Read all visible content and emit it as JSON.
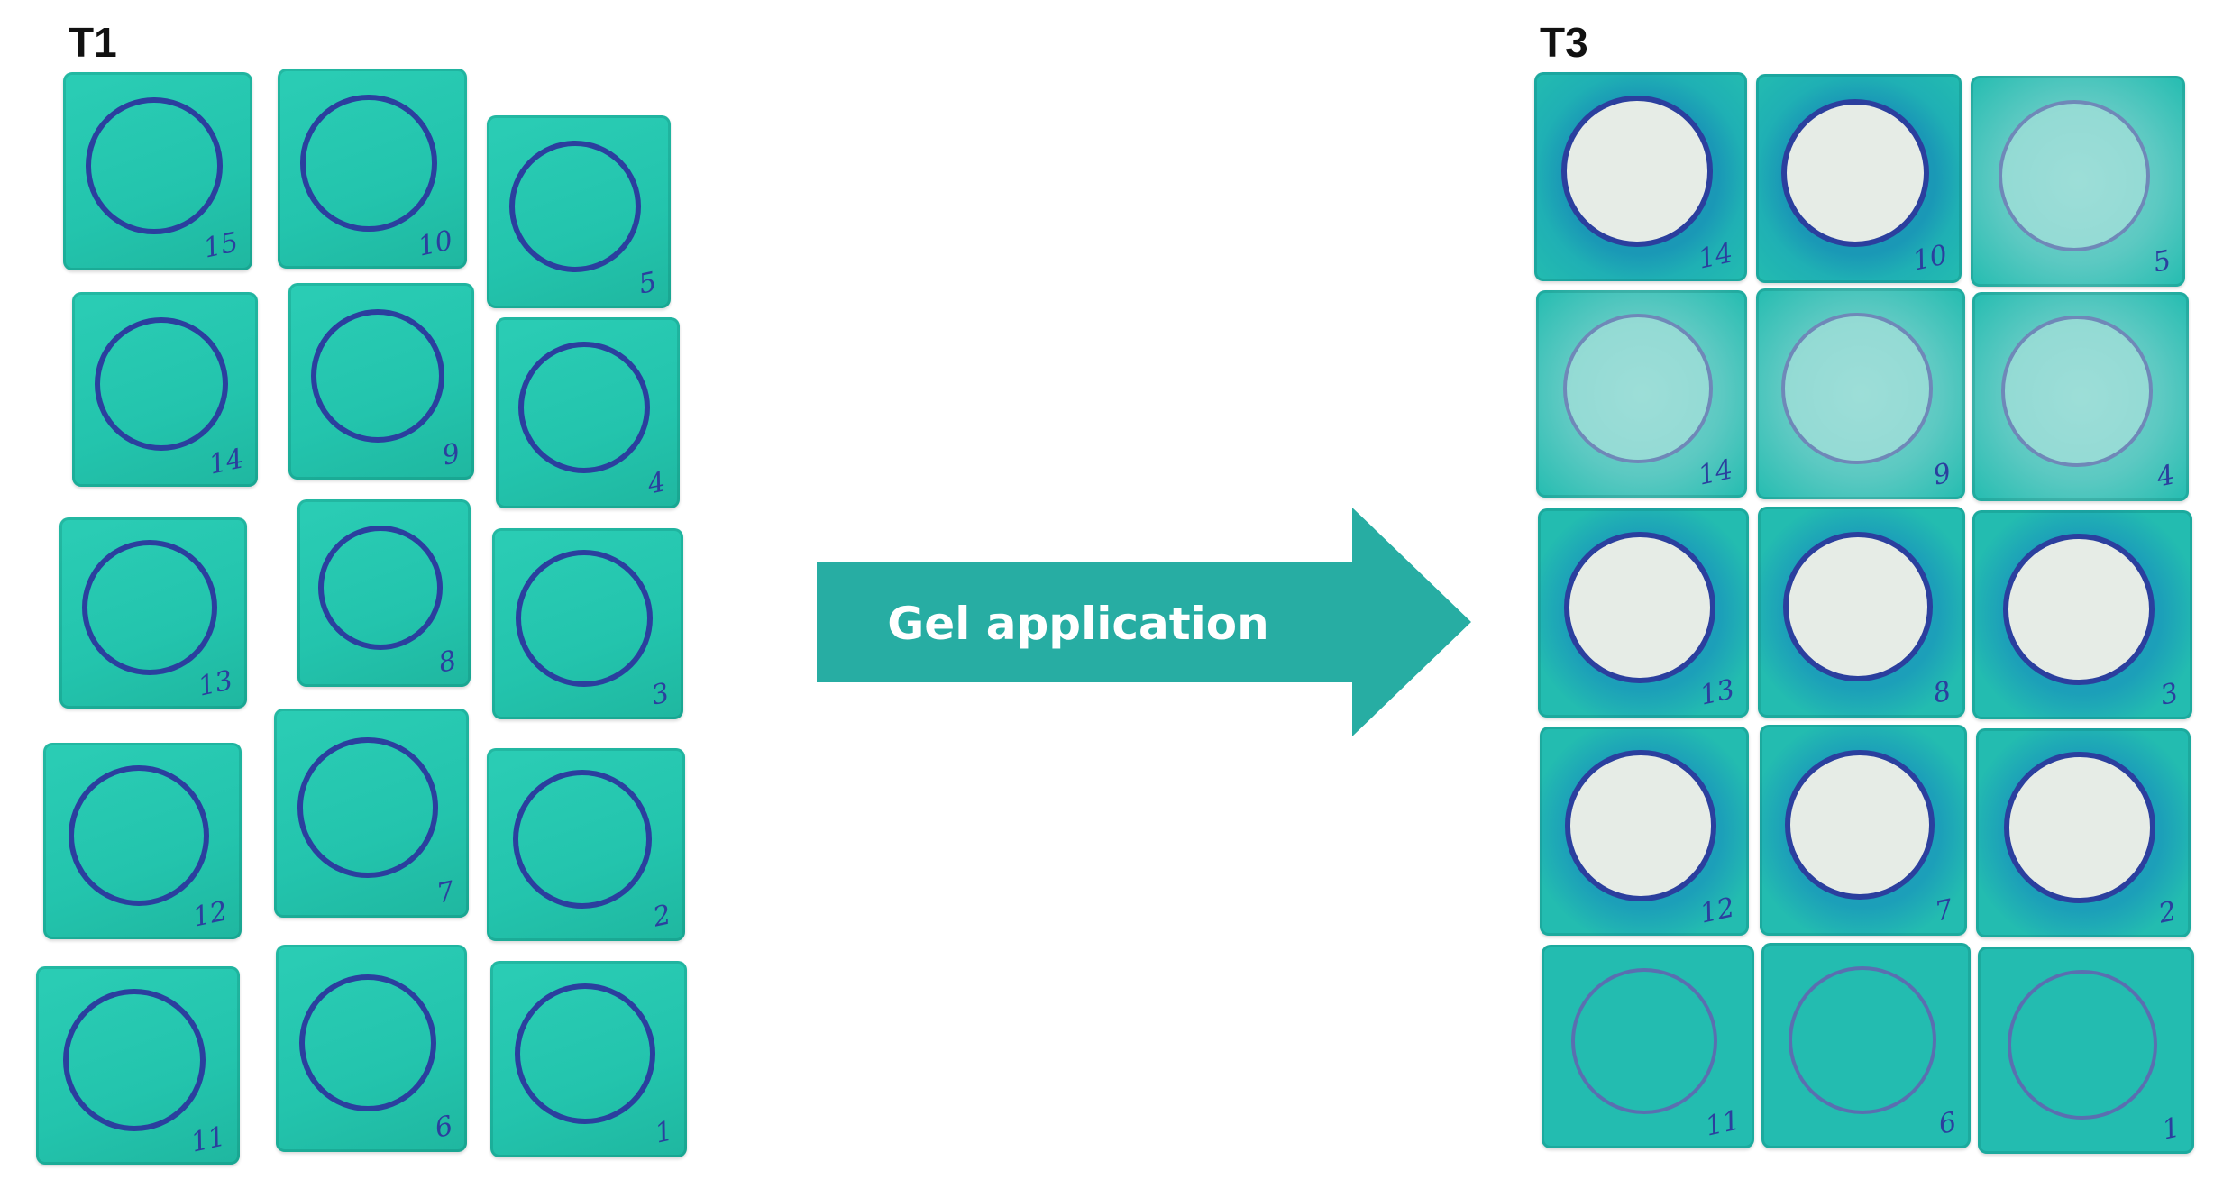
{
  "panels": {
    "before": {
      "label": "T1",
      "state": "untreated",
      "cube_color": "#23c4ad",
      "cubes": [
        "15",
        "10",
        "5",
        "14",
        "9",
        "4",
        "13",
        "8",
        "3",
        "12",
        "7",
        "2",
        "11",
        "6",
        "1"
      ]
    },
    "after": {
      "label": "T3",
      "state": "after gel treatment",
      "cube_color": "#23bcb0",
      "cubes": [
        "14",
        "10",
        "5",
        "14",
        "9",
        "4",
        "13",
        "8",
        "3",
        "12",
        "7",
        "2",
        "11",
        "6",
        "1"
      ],
      "core_colors": {
        "white": "#e6ece6",
        "ring_stain": "#1c8fb8",
        "wash": "#7fd6cf"
      }
    }
  },
  "arrow": {
    "label": "Gel application",
    "color": "#27ada3"
  },
  "colors": {
    "ring": "#2b3f9e",
    "background": "#ffffff",
    "label": "#111111"
  }
}
